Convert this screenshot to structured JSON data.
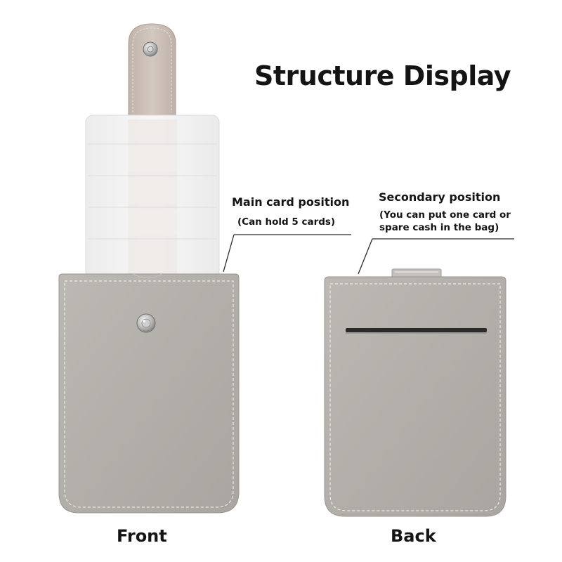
{
  "title": "Structure Display",
  "callouts": {
    "main": {
      "label": "Main card position",
      "note": "(Can hold 5 cards)"
    },
    "secondary": {
      "label": "Secondary position",
      "note_lines": [
        "(You can put one card or",
        "spare cash in the bag)"
      ]
    }
  },
  "views": {
    "front": "Front",
    "back": "Back"
  },
  "colors": {
    "leather": "#b4b0ab",
    "leather_dark": "#9f9a94",
    "stitching": "#f2f0ec",
    "pull_tab": "#c8bdb5",
    "card_tray": "#f3f3f3",
    "text": "#141414"
  },
  "icons": {
    "snap_button": "snap-button-icon"
  }
}
